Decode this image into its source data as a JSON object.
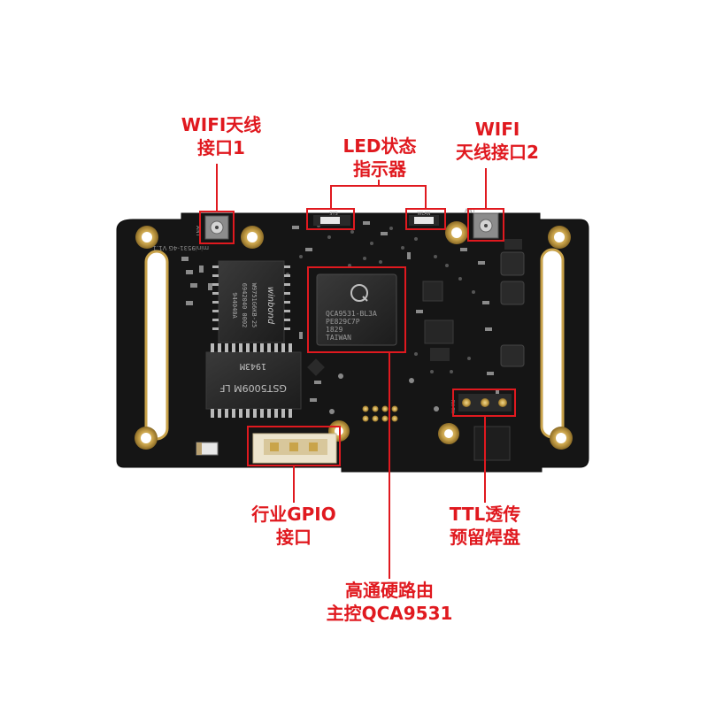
{
  "labels": {
    "wifi1": {
      "line1": "WIFI天线",
      "line2": "接口1"
    },
    "led": {
      "line1": "LED状态",
      "line2": "指示器"
    },
    "wifi2": {
      "line1": "WIFI",
      "line2": "天线接口2"
    },
    "gpio": {
      "line1": "行业GPIO",
      "line2": "接口"
    },
    "ttl": {
      "line1": "TTL透传",
      "line2": "预留焊盘"
    },
    "cpu": {
      "line1": "高通硬路由",
      "line2": "主控QCA9531"
    }
  },
  "chips": {
    "cpu_line1": "QCA9531-BL3A",
    "cpu_line2": "PE829C7P",
    "cpu_line3": "1829",
    "cpu_line4": "TAIWAN",
    "flash_brand": "winbond",
    "flash_line1": "W9751G6KB-25",
    "flash_line2": "6942040 0002",
    "flash_line3": "944040A",
    "transformer_top": "1943M",
    "transformer_bottom": "GST5009M LF",
    "board_silk": "mini9531-4G V1.1",
    "ant1_silk": "ANT",
    "ant2_silk": "ANT",
    "led_silk1": "SYS",
    "led_silk2": "WLAN",
    "ttl_silk": "RX TX"
  },
  "colors": {
    "accent": "#e0191f",
    "board": "#141414",
    "gold": "#c8a24a"
  }
}
